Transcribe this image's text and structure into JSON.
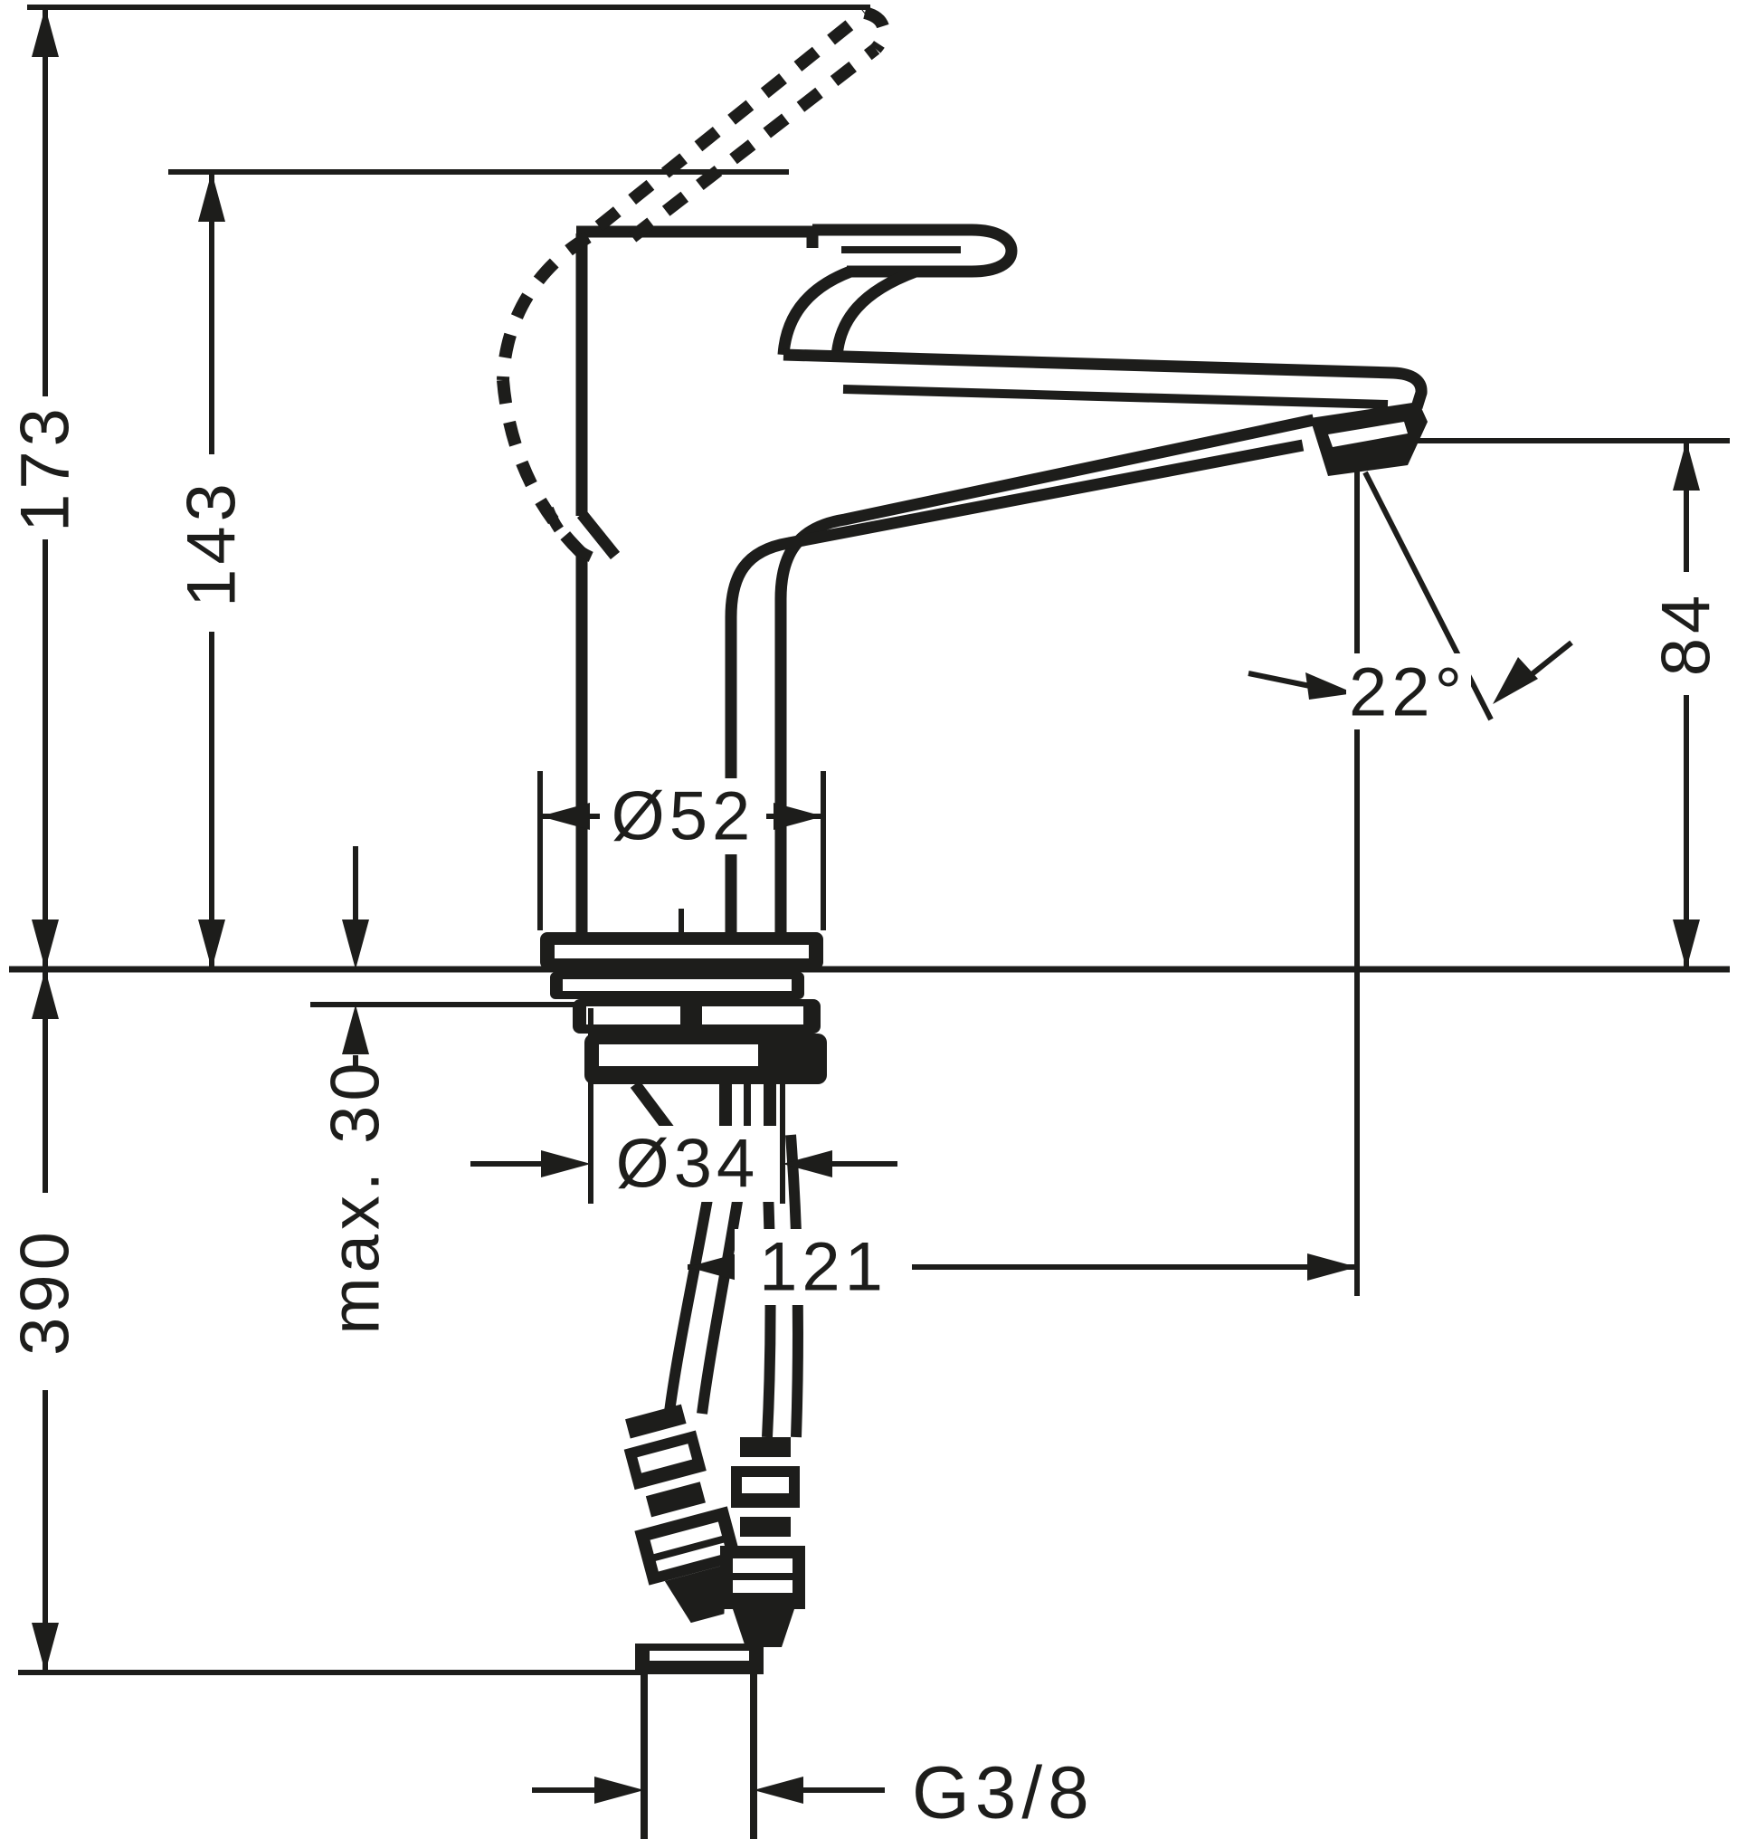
{
  "drawing": {
    "title": "single-lever basin mixer faucet – side elevation with installation dimensions",
    "units": "mm",
    "line_color": "#1d1d1b",
    "background_color": "#ffffff",
    "dimensions": {
      "overall_height": {
        "label": "173"
      },
      "height_to_lever_top": {
        "label": "143"
      },
      "below_counter_depth": {
        "label": "390"
      },
      "max_counter_thickness": {
        "label": "max. 30"
      },
      "base_diameter": {
        "label": "Ø52"
      },
      "mounting_hole_diameter": {
        "label": "Ø34"
      },
      "spout_reach": {
        "label": "121"
      },
      "spout_outlet_height": {
        "label": "84"
      },
      "stream_angle": {
        "label": "22°"
      },
      "connection_thread": {
        "label": "G3/8"
      }
    }
  }
}
